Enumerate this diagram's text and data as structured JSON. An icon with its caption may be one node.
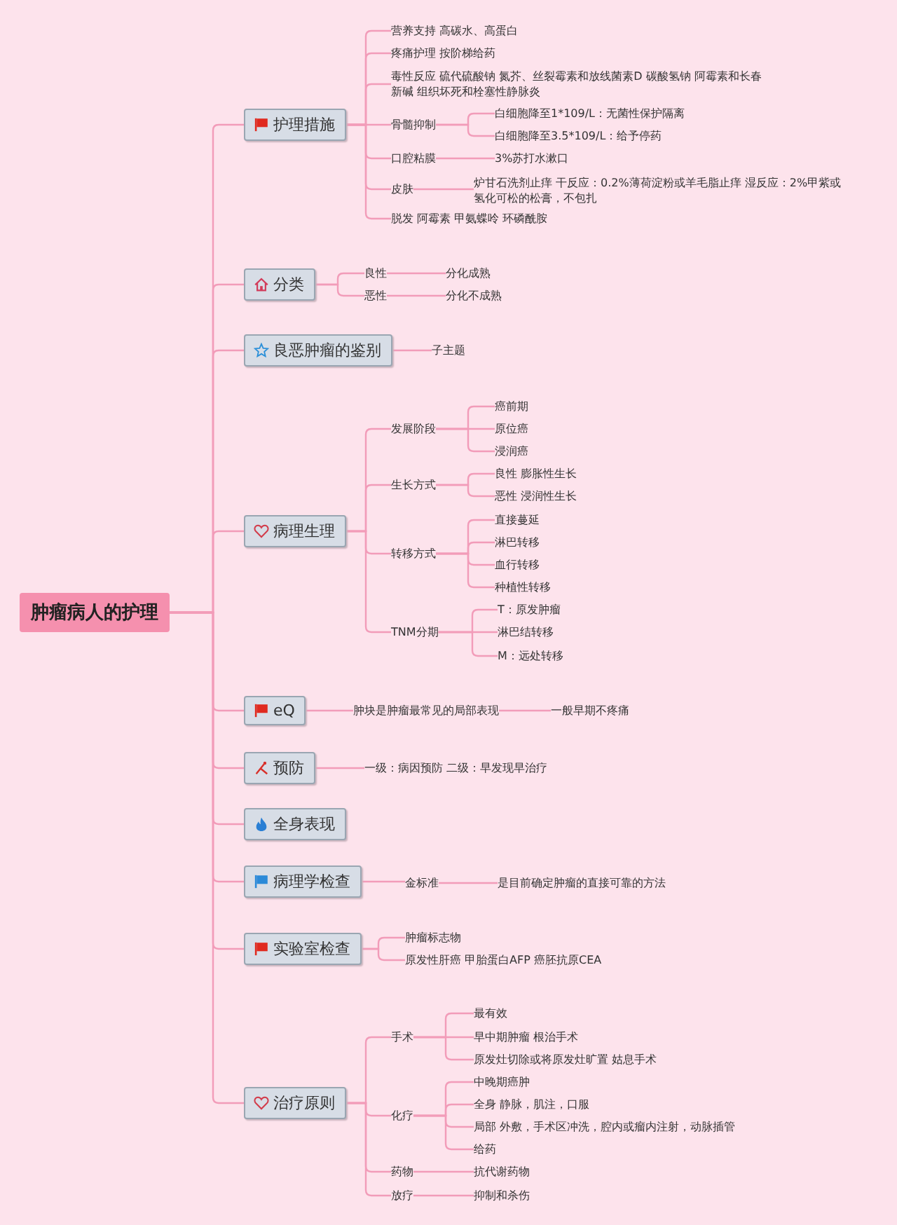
{
  "diagram": {
    "nodes": [
      {
        "text": [
          "肿瘤病人的护理"
        ]
      },
      {
        "text": [
          "护理措施"
        ]
      },
      {
        "text": [
          "营养支持 高碳水、高蛋白"
        ]
      },
      {
        "text": [
          "疼痛护理 按阶梯给药"
        ]
      },
      {
        "text": [
          "毒性反应 硫代硫酸钠 氮芥、丝裂霉素和放线菌素D 碳酸氢钠 阿霉素和长春新碱 组织坏死和栓塞性静脉炎"
        ]
      },
      {
        "text": [
          "骨髓抑制"
        ]
      },
      {
        "text": [
          "白细胞降至1*109/L：无菌性保护隔离"
        ]
      },
      {
        "text": [
          "白细胞降至3.5*109/L：给予停药"
        ]
      },
      {
        "text": [
          "口腔粘膜"
        ]
      },
      {
        "text": [
          "3%苏打水漱口"
        ]
      },
      {
        "text": [
          "皮肤"
        ]
      },
      {
        "text": [
          "炉甘石洗剂止痒 干反应：0.2%薄荷淀粉或羊毛脂止痒 湿反应：2%甲紫或氢化可松的松膏，不包扎"
        ]
      },
      {
        "text": [
          "脱发 阿霉素 甲氨蝶呤 环磷酰胺"
        ]
      },
      {
        "text": [
          "分类"
        ]
      },
      {
        "text": [
          "良性"
        ]
      },
      {
        "text": [
          "分化成熟"
        ]
      },
      {
        "text": [
          "恶性"
        ]
      },
      {
        "text": [
          "分化不成熟"
        ]
      },
      {
        "text": [
          "良恶肿瘤的鉴别"
        ]
      },
      {
        "text": [
          "子主题"
        ]
      },
      {
        "text": [
          "病理生理"
        ]
      },
      {
        "text": [
          "发展阶段"
        ]
      },
      {
        "text": [
          "癌前期"
        ]
      },
      {
        "text": [
          "原位癌"
        ]
      },
      {
        "text": [
          "浸润癌"
        ]
      },
      {
        "text": [
          "生长方式"
        ]
      },
      {
        "text": [
          "良性 膨胀性生长"
        ]
      },
      {
        "text": [
          "恶性 浸润性生长"
        ]
      },
      {
        "text": [
          "转移方式"
        ]
      },
      {
        "text": [
          "直接蔓延"
        ]
      },
      {
        "text": [
          "淋巴转移"
        ]
      },
      {
        "text": [
          "血行转移"
        ]
      },
      {
        "text": [
          "种植性转移"
        ]
      },
      {
        "text": [
          "TNM分期"
        ]
      },
      {
        "text": [
          "T：原发肿瘤"
        ]
      },
      {
        "text": [
          "淋巴结转移"
        ]
      },
      {
        "text": [
          "M：远处转移"
        ]
      },
      {
        "text": [
          "eQ"
        ]
      },
      {
        "text": [
          "肿块是肿瘤最常见的局部表现"
        ]
      },
      {
        "text": [
          "一般早期不疼痛"
        ]
      },
      {
        "text": [
          "预防"
        ]
      },
      {
        "text": [
          "一级：病因预防 二级：早发现早治疗"
        ]
      },
      {
        "text": [
          "全身表现"
        ]
      },
      {
        "text": [
          "病理学检查"
        ]
      },
      {
        "text": [
          "金标准"
        ]
      },
      {
        "text": [
          "是目前确定肿瘤的直接可靠的方法"
        ]
      },
      {
        "text": [
          "实验室检查"
        ]
      },
      {
        "text": [
          "肿瘤标志物"
        ]
      },
      {
        "text": [
          "原发性肝癌 甲胎蛋白AFP 癌胚抗原CEA"
        ]
      },
      {
        "text": [
          "治疗原则"
        ]
      },
      {
        "text": [
          "手术"
        ]
      },
      {
        "text": [
          "最有效"
        ]
      },
      {
        "text": [
          "早中期肿瘤 根治手术"
        ]
      },
      {
        "text": [
          "原发灶切除或将原发灶旷置 姑息手术"
        ]
      },
      {
        "text": [
          "化疗"
        ]
      },
      {
        "text": [
          "中晚期癌肿"
        ]
      },
      {
        "text": [
          "全身 静脉，肌注，口服"
        ]
      },
      {
        "text": [
          "局部 外敷，手术区冲洗，腔内或瘤内注射，动脉插管"
        ]
      },
      {
        "text": [
          "给药"
        ]
      },
      {
        "text": [
          "药物"
        ]
      },
      {
        "text": [
          "抗代谢药物"
        ]
      },
      {
        "text": [
          "放疗"
        ]
      },
      {
        "text": [
          "抑制和杀伤"
        ]
      }
    ],
    "edges": [
      {
        "from": 0,
        "to": 1,
        "arrow": "none"
      },
      {
        "from": 1,
        "to": 2,
        "arrow": "none"
      },
      {
        "from": 1,
        "to": 3,
        "arrow": "none"
      },
      {
        "from": 1,
        "to": 4,
        "arrow": "none"
      },
      {
        "from": 1,
        "to": 5,
        "arrow": "none"
      },
      {
        "from": 5,
        "to": 6,
        "arrow": "none"
      },
      {
        "from": 5,
        "to": 7,
        "arrow": "none"
      },
      {
        "from": 1,
        "to": 8,
        "arrow": "none"
      },
      {
        "from": 8,
        "to": 9,
        "arrow": "none"
      },
      {
        "from": 1,
        "to": 10,
        "arrow": "none"
      },
      {
        "from": 10,
        "to": 11,
        "arrow": "none"
      },
      {
        "from": 1,
        "to": 12,
        "arrow": "none"
      },
      {
        "from": 0,
        "to": 13,
        "arrow": "none"
      },
      {
        "from": 13,
        "to": 14,
        "arrow": "none"
      },
      {
        "from": 14,
        "to": 15,
        "arrow": "none"
      },
      {
        "from": 13,
        "to": 16,
        "arrow": "none"
      },
      {
        "from": 16,
        "to": 17,
        "arrow": "none"
      },
      {
        "from": 0,
        "to": 18,
        "arrow": "none"
      },
      {
        "from": 18,
        "to": 19,
        "arrow": "none"
      },
      {
        "from": 0,
        "to": 20,
        "arrow": "none"
      },
      {
        "from": 20,
        "to": 21,
        "arrow": "none"
      },
      {
        "from": 21,
        "to": 22,
        "arrow": "none"
      },
      {
        "from": 21,
        "to": 23,
        "arrow": "none"
      },
      {
        "from": 21,
        "to": 24,
        "arrow": "none"
      },
      {
        "from": 20,
        "to": 25,
        "arrow": "none"
      },
      {
        "from": 25,
        "to": 26,
        "arrow": "none"
      },
      {
        "from": 25,
        "to": 27,
        "arrow": "none"
      },
      {
        "from": 20,
        "to": 28,
        "arrow": "none"
      },
      {
        "from": 28,
        "to": 29,
        "arrow": "none"
      },
      {
        "from": 28,
        "to": 30,
        "arrow": "none"
      },
      {
        "from": 28,
        "to": 31,
        "arrow": "none"
      },
      {
        "from": 28,
        "to": 32,
        "arrow": "none"
      },
      {
        "from": 20,
        "to": 33,
        "arrow": "none"
      },
      {
        "from": 33,
        "to": 34,
        "arrow": "none"
      },
      {
        "from": 33,
        "to": 35,
        "arrow": "none"
      },
      {
        "from": 33,
        "to": 36,
        "arrow": "none"
      },
      {
        "from": 0,
        "to": 37,
        "arrow": "none"
      },
      {
        "from": 37,
        "to": 38,
        "arrow": "none"
      },
      {
        "from": 38,
        "to": 39,
        "arrow": "none"
      },
      {
        "from": 0,
        "to": 40,
        "arrow": "none"
      },
      {
        "from": 40,
        "to": 41,
        "arrow": "none"
      },
      {
        "from": 0,
        "to": 42,
        "arrow": "none"
      },
      {
        "from": 0,
        "to": 43,
        "arrow": "none"
      },
      {
        "from": 43,
        "to": 44,
        "arrow": "none"
      },
      {
        "from": 44,
        "to": 45,
        "arrow": "none"
      },
      {
        "from": 0,
        "to": 46,
        "arrow": "none"
      },
      {
        "from": 46,
        "to": 47,
        "arrow": "none"
      },
      {
        "from": 46,
        "to": 48,
        "arrow": "none"
      },
      {
        "from": 0,
        "to": 49,
        "arrow": "none"
      },
      {
        "from": 49,
        "to": 50,
        "arrow": "none"
      },
      {
        "from": 50,
        "to": 51,
        "arrow": "none"
      },
      {
        "from": 50,
        "to": 52,
        "arrow": "none"
      },
      {
        "from": 50,
        "to": 53,
        "arrow": "none"
      },
      {
        "from": 49,
        "to": 54,
        "arrow": "none"
      },
      {
        "from": 54,
        "to": 55,
        "arrow": "none"
      },
      {
        "from": 54,
        "to": 56,
        "arrow": "none"
      },
      {
        "from": 54,
        "to": 57,
        "arrow": "none"
      },
      {
        "from": 54,
        "to": 58,
        "arrow": "none"
      },
      {
        "from": 49,
        "to": 59,
        "arrow": "none"
      },
      {
        "from": 59,
        "to": 60,
        "arrow": "none"
      },
      {
        "from": 49,
        "to": 61,
        "arrow": "none"
      },
      {
        "from": 61,
        "to": 62,
        "arrow": "none"
      }
    ]
  }
}
